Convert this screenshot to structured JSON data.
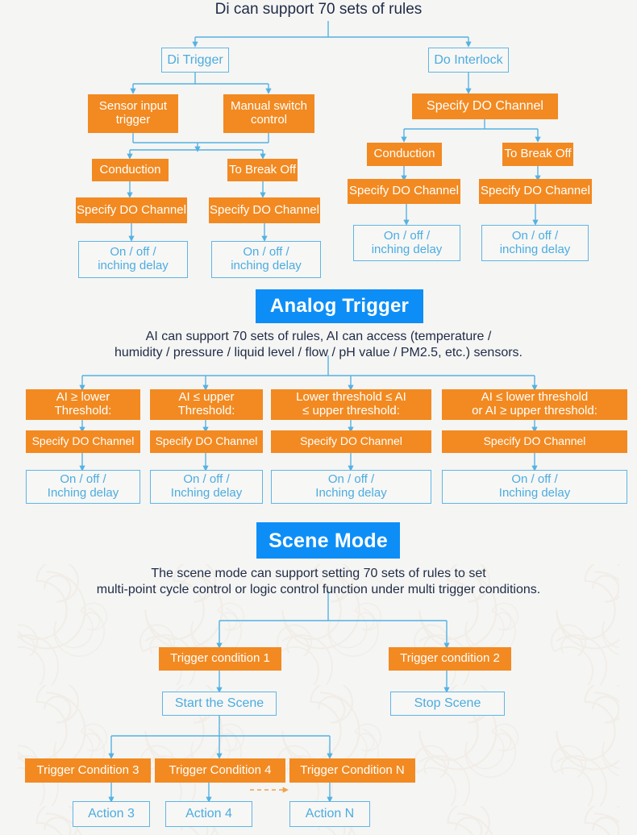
{
  "page": {
    "background_color": "#f5f5f4",
    "orange": "#f28a21",
    "blue_accent": "#0d8ef7",
    "outline_blue": "#5fb6e4",
    "text_blue": "#4cacdf",
    "caption_color": "#1f2b45"
  },
  "digital_section": {
    "title": "Di can support 70 sets of rules",
    "di_trigger": "Di Trigger",
    "do_interlock": "Do Interlock",
    "sensor_input_trigger": "Sensor input\ntrigger",
    "manual_switch_control": "Manual switch\ncontrol",
    "di_conduction": "Conduction",
    "di_break_off": "To Break Off",
    "di_specify_do_left": "Specify DO Channel",
    "di_specify_do_right": "Specify DO Channel",
    "di_onoff_left": "On / off /\ninching delay",
    "di_onoff_right": "On / off /\ninching delay",
    "do_specify_channel": "Specify DO Channel",
    "do_conduction": "Conduction",
    "do_break_off": "To Break Off",
    "do_specify_do_left": "Specify DO Channel",
    "do_specify_do_right": "Specify DO Channel",
    "do_onoff_left": "On / off /\ninching delay",
    "do_onoff_right": "On / off /\ninching delay"
  },
  "analog_section": {
    "banner": "Analog Trigger",
    "caption": "AI can support 70 sets of rules, AI can access (temperature /\nhumidity / pressure / liquid level / flow / pH value / PM2.5, etc.) sensors.",
    "columns": [
      {
        "condition": "AI ≥ lower\nThreshold:",
        "specify": "Specify DO Channel",
        "action": "On / off /\nInching delay"
      },
      {
        "condition": "AI ≤ upper\nThreshold:",
        "specify": "Specify DO Channel",
        "action": "On / off /\nInching delay"
      },
      {
        "condition": "Lower threshold ≤ AI\n≤ upper threshold:",
        "specify": "Specify DO Channel",
        "action": "On / off /\nInching delay"
      },
      {
        "condition": "AI ≤ lower threshold\nor AI ≥ upper threshold:",
        "specify": "Specify DO Channel",
        "action": "On / off /\nInching delay"
      }
    ]
  },
  "scene_section": {
    "banner": "Scene Mode",
    "caption": "The scene mode can support setting 70 sets of rules to set\nmulti-point cycle control or logic control function under multi trigger conditions.",
    "trigger_condition_1": "Trigger condition 1",
    "trigger_condition_2": "Trigger condition 2",
    "start_the_scene": "Start the Scene",
    "stop_scene": "Stop Scene",
    "trigger_condition_3": "Trigger Condition 3",
    "trigger_condition_4": "Trigger Condition 4",
    "trigger_condition_n": "Trigger Condition N",
    "action_3": "Action 3",
    "action_4": "Action 4",
    "action_n": "Action N"
  }
}
